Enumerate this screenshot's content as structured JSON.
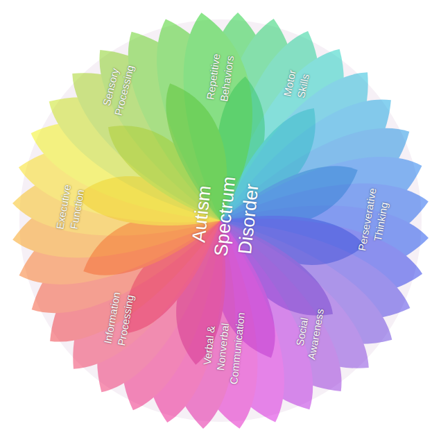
{
  "diagram": {
    "nodes": [
      {
        "text": [
          "Autism Spectrum Disorder"
        ]
      }
    ],
    "labels": [
      "Repetitive Behaviors",
      "Motor Skills",
      "Perseverative Thinking",
      "Social Awareness",
      "Verbal & Nonverbal Communication",
      "Information Processing",
      "Executive Function",
      "Sensory Processing"
    ]
  }
}
